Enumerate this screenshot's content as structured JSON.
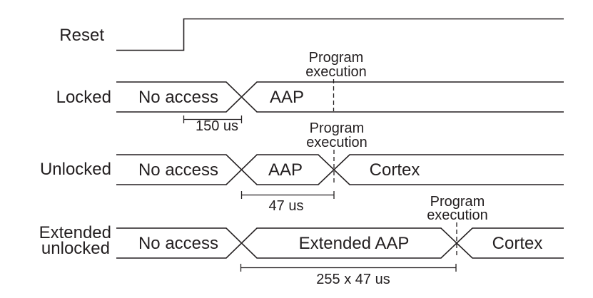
{
  "colors": {
    "line": "#231f20",
    "background": "#ffffff"
  },
  "diagram_type": "timing-waveform",
  "signals": {
    "reset": {
      "label": "Reset",
      "kind": "digital",
      "states": [
        "low",
        "high"
      ]
    },
    "locked": {
      "label": "Locked",
      "kind": "bus",
      "seg1": "No access",
      "seg2": "AAP",
      "duration": "150 us"
    },
    "unlocked": {
      "label": "Unlocked",
      "kind": "bus",
      "seg1": "No access",
      "seg2": "AAP",
      "seg3": "Cortex",
      "duration": "47 us"
    },
    "extended": {
      "label_line1": "Extended",
      "label_line2": "unlocked",
      "kind": "bus",
      "seg1": "No access",
      "seg2": "Extended AAP",
      "seg3": "Cortex",
      "duration": "255 x 47 us"
    }
  },
  "annotations": {
    "program_line1": "Program",
    "program_line2": "execution"
  }
}
